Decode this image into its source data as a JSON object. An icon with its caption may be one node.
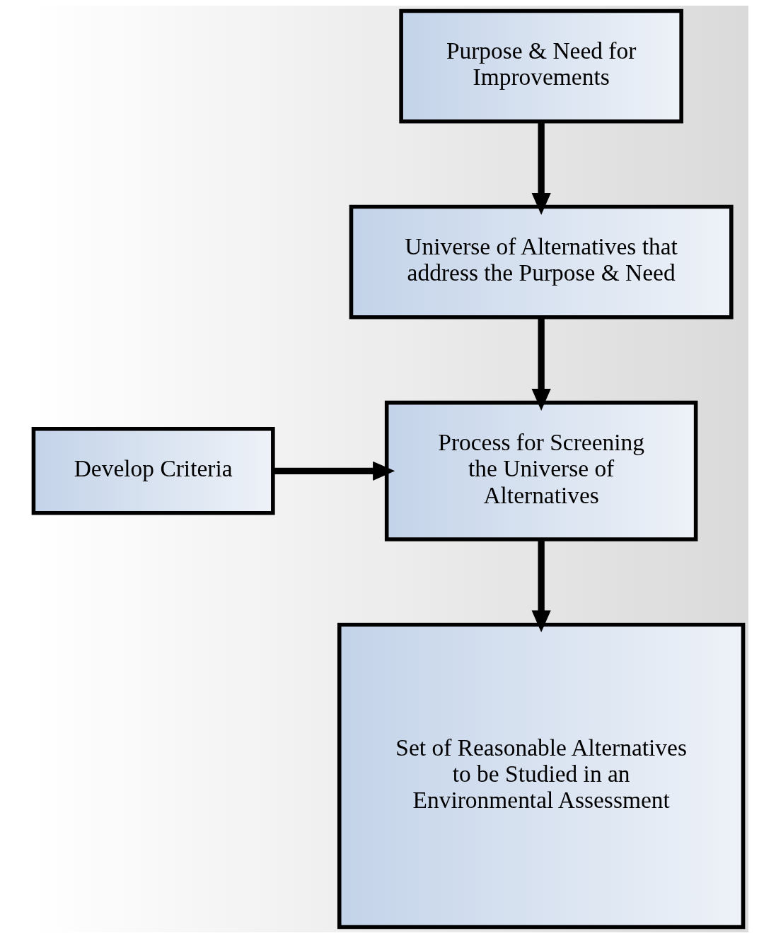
{
  "diagram": {
    "nodes": [
      {
        "text": [
          "Purpose & Need for Improvements"
        ]
      },
      {
        "text": [
          "Universe of Alternatives that address the Purpose & Need"
        ]
      },
      {
        "text": [
          "Process for Screening the Universe of Alternatives"
        ]
      },
      {
        "text": [
          "Develop Criteria"
        ]
      },
      {
        "text": [
          "Set of Reasonable Alternatives to be Studied in an Environmental Assessment"
        ]
      }
    ],
    "edges": [
      {
        "from": 0,
        "to": 1,
        "arrow": "to"
      },
      {
        "from": 1,
        "to": 2,
        "arrow": "to"
      },
      {
        "from": 3,
        "to": 2,
        "arrow": "to"
      },
      {
        "from": 2,
        "to": 4,
        "arrow": "to"
      }
    ]
  }
}
